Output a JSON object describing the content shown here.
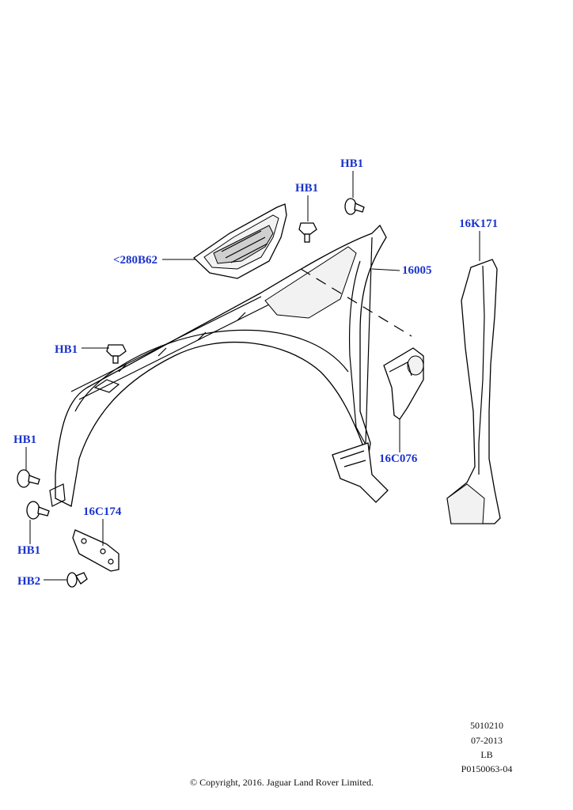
{
  "callouts": {
    "hb1_top_right": "HB1",
    "hb1_top_mid": "HB1",
    "vent": "<280B62",
    "fender": "16005",
    "liner": "16K171",
    "hb1_left_upper": "HB1",
    "hb1_left_side": "HB1",
    "hb1_left_lower": "HB1",
    "bracket_rear": "16C076",
    "bracket_front": "16C174",
    "hb2": "HB2"
  },
  "footer": {
    "ref_number": "5010210",
    "date": "07-2013",
    "region": "LB",
    "illustration_id": "P0150063-04"
  },
  "copyright": "© Copyright, 2016. Jaguar Land Rover Limited."
}
